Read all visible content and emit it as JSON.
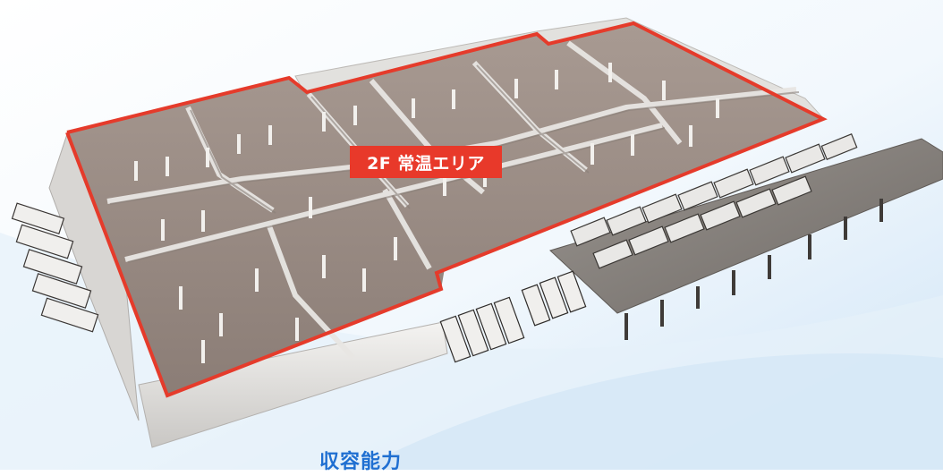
{
  "floor_area_label": "2F 常温エリア",
  "section_heading": "収容能力",
  "colors": {
    "outline_red": "#e53b2b",
    "label_red": "#e8392a",
    "heading_blue": "#1f6fd1",
    "floor_gray": "#8c7f78",
    "background_sky": "#dcecf8"
  },
  "icons": [
    "warehouse-illustration"
  ]
}
